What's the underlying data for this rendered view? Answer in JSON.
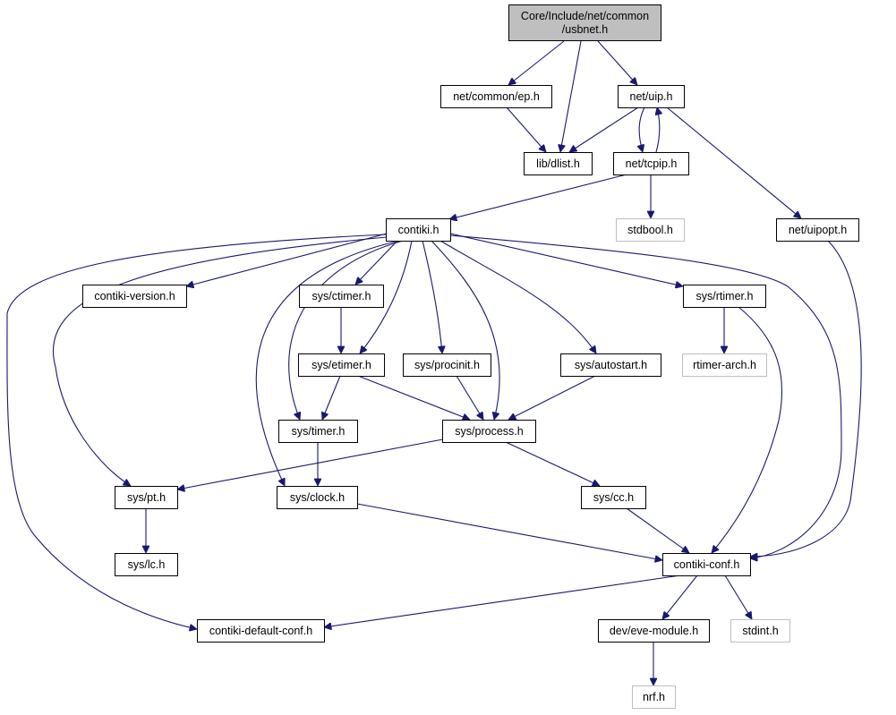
{
  "nodes": [
    {
      "id": "root",
      "lines": [
        "Core/Include/net/common",
        "/usbnet.h"
      ],
      "kind": "root"
    },
    {
      "id": "ep",
      "lines": [
        "net/common/ep.h"
      ],
      "kind": "normal"
    },
    {
      "id": "uip",
      "lines": [
        "net/uip.h"
      ],
      "kind": "normal"
    },
    {
      "id": "dlist",
      "lines": [
        "lib/dlist.h"
      ],
      "kind": "normal"
    },
    {
      "id": "tcpip",
      "lines": [
        "net/tcpip.h"
      ],
      "kind": "normal"
    },
    {
      "id": "stdbool",
      "lines": [
        "stdbool.h"
      ],
      "kind": "external"
    },
    {
      "id": "uipopt",
      "lines": [
        "net/uipopt.h"
      ],
      "kind": "normal"
    },
    {
      "id": "contiki",
      "lines": [
        "contiki.h"
      ],
      "kind": "normal"
    },
    {
      "id": "version",
      "lines": [
        "contiki-version.h"
      ],
      "kind": "normal"
    },
    {
      "id": "ctimer",
      "lines": [
        "sys/ctimer.h"
      ],
      "kind": "normal"
    },
    {
      "id": "rtimer",
      "lines": [
        "sys/rtimer.h"
      ],
      "kind": "normal"
    },
    {
      "id": "etimer",
      "lines": [
        "sys/etimer.h"
      ],
      "kind": "normal"
    },
    {
      "id": "procinit",
      "lines": [
        "sys/procinit.h"
      ],
      "kind": "normal"
    },
    {
      "id": "autostart",
      "lines": [
        "sys/autostart.h"
      ],
      "kind": "normal"
    },
    {
      "id": "rtarch",
      "lines": [
        "rtimer-arch.h"
      ],
      "kind": "external"
    },
    {
      "id": "timer",
      "lines": [
        "sys/timer.h"
      ],
      "kind": "normal"
    },
    {
      "id": "process",
      "lines": [
        "sys/process.h"
      ],
      "kind": "normal"
    },
    {
      "id": "pt",
      "lines": [
        "sys/pt.h"
      ],
      "kind": "normal"
    },
    {
      "id": "clock",
      "lines": [
        "sys/clock.h"
      ],
      "kind": "normal"
    },
    {
      "id": "cc",
      "lines": [
        "sys/cc.h"
      ],
      "kind": "normal"
    },
    {
      "id": "lc",
      "lines": [
        "sys/lc.h"
      ],
      "kind": "normal"
    },
    {
      "id": "conf",
      "lines": [
        "contiki-conf.h"
      ],
      "kind": "normal"
    },
    {
      "id": "defconf",
      "lines": [
        "contiki-default-conf.h"
      ],
      "kind": "normal"
    },
    {
      "id": "eve",
      "lines": [
        "dev/eve-module.h"
      ],
      "kind": "normal"
    },
    {
      "id": "stdint",
      "lines": [
        "stdint.h"
      ],
      "kind": "external"
    },
    {
      "id": "nrf",
      "lines": [
        "nrf.h"
      ],
      "kind": "external"
    }
  ],
  "edges": [
    {
      "from": "root",
      "to": "ep"
    },
    {
      "from": "root",
      "to": "dlist"
    },
    {
      "from": "root",
      "to": "uip"
    },
    {
      "from": "ep",
      "to": "dlist"
    },
    {
      "from": "uip",
      "to": "dlist"
    },
    {
      "from": "uip",
      "to": "tcpip"
    },
    {
      "from": "tcpip",
      "to": "uip"
    },
    {
      "from": "uip",
      "to": "uipopt"
    },
    {
      "from": "tcpip",
      "to": "contiki"
    },
    {
      "from": "tcpip",
      "to": "stdbool"
    },
    {
      "from": "uipopt",
      "to": "conf"
    },
    {
      "from": "contiki",
      "to": "version"
    },
    {
      "from": "contiki",
      "to": "ctimer"
    },
    {
      "from": "contiki",
      "to": "etimer"
    },
    {
      "from": "contiki",
      "to": "procinit"
    },
    {
      "from": "contiki",
      "to": "process"
    },
    {
      "from": "contiki",
      "to": "autostart"
    },
    {
      "from": "contiki",
      "to": "rtimer"
    },
    {
      "from": "contiki",
      "to": "conf"
    },
    {
      "from": "contiki",
      "to": "timer"
    },
    {
      "from": "contiki",
      "to": "clock"
    },
    {
      "from": "contiki",
      "to": "pt"
    },
    {
      "from": "contiki",
      "to": "defconf"
    },
    {
      "from": "ctimer",
      "to": "etimer"
    },
    {
      "from": "rtimer",
      "to": "rtarch"
    },
    {
      "from": "rtimer",
      "to": "conf"
    },
    {
      "from": "etimer",
      "to": "timer"
    },
    {
      "from": "etimer",
      "to": "process"
    },
    {
      "from": "procinit",
      "to": "process"
    },
    {
      "from": "autostart",
      "to": "process"
    },
    {
      "from": "timer",
      "to": "clock"
    },
    {
      "from": "process",
      "to": "pt"
    },
    {
      "from": "process",
      "to": "cc"
    },
    {
      "from": "pt",
      "to": "lc"
    },
    {
      "from": "clock",
      "to": "conf"
    },
    {
      "from": "cc",
      "to": "conf"
    },
    {
      "from": "conf",
      "to": "defconf"
    },
    {
      "from": "conf",
      "to": "eve"
    },
    {
      "from": "conf",
      "to": "stdint"
    },
    {
      "from": "eve",
      "to": "nrf"
    }
  ],
  "colors": {
    "edge": "#191970",
    "root_fill": "#bfbfbf",
    "external_border": "#bfbfbf"
  }
}
